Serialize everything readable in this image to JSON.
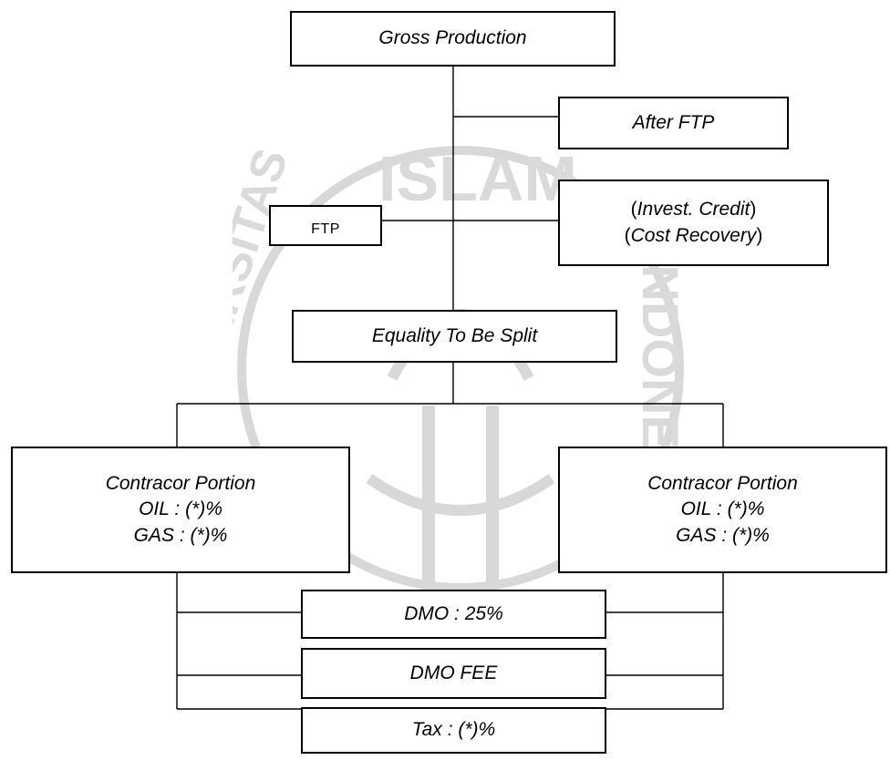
{
  "diagram": {
    "gross_production": "Gross Production",
    "after_ftp": "After FTP",
    "ftp": "FTP",
    "invest_credit_open": "(",
    "invest_credit": "Invest. Credit",
    "invest_credit_close": ")",
    "cost_recovery_open": "(",
    "cost_recovery": "Cost Recovery",
    "cost_recovery_close": ")",
    "equality_to_be_split": "Equality To Be Split",
    "left_portion": {
      "title": "Contracor Portion",
      "oil": "OIL : (*)%",
      "gas": "GAS : (*)%"
    },
    "right_portion": {
      "title": "Contracor Portion",
      "oil": "OIL : (*)%",
      "gas": "GAS : (*)%"
    },
    "dmo": "DMO : 25%",
    "dmo_fee": "DMO FEE",
    "tax": "Tax : (*)%"
  },
  "watermark": {
    "top_text": "ISLAM",
    "left_text": "UNIVERSITAS",
    "right_text": "INDONE"
  }
}
